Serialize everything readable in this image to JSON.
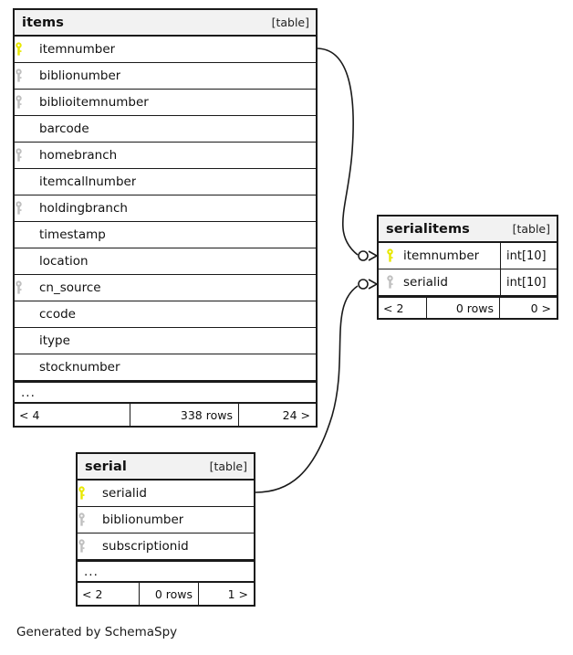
{
  "diagram": {
    "caption": "Generated by SchemaSpy",
    "type": "entity-relationship-diagram",
    "notation": "crows-foot",
    "colors": {
      "primary_key": "#e8e800",
      "foreign_key": "#bfbfbf",
      "border": "#1a1a1a",
      "header_bg": "#f2f2f2",
      "background": "#ffffff"
    }
  },
  "tables": {
    "items": {
      "name": "items",
      "tag": "[table]",
      "columns": [
        {
          "name": "itemnumber",
          "key": "primary"
        },
        {
          "name": "biblionumber",
          "key": "foreign"
        },
        {
          "name": "biblioitemnumber",
          "key": "foreign"
        },
        {
          "name": "barcode",
          "key": "none"
        },
        {
          "name": "homebranch",
          "key": "foreign"
        },
        {
          "name": "itemcallnumber",
          "key": "none"
        },
        {
          "name": "holdingbranch",
          "key": "foreign"
        },
        {
          "name": "timestamp",
          "key": "none"
        },
        {
          "name": "location",
          "key": "none"
        },
        {
          "name": "cn_source",
          "key": "foreign"
        },
        {
          "name": "ccode",
          "key": "none"
        },
        {
          "name": "itype",
          "key": "none"
        },
        {
          "name": "stocknumber",
          "key": "none"
        }
      ],
      "more_indicator": "...",
      "footer": {
        "prev": "< 4",
        "rows": "338 rows",
        "next": "24 >"
      }
    },
    "serialitems": {
      "name": "serialitems",
      "tag": "[table]",
      "columns": [
        {
          "name": "itemnumber",
          "key": "primary",
          "type": "int[10]"
        },
        {
          "name": "serialid",
          "key": "foreign",
          "type": "int[10]"
        }
      ],
      "footer": {
        "prev": "< 2",
        "rows": "0 rows",
        "next": "0 >"
      }
    },
    "serial": {
      "name": "serial",
      "tag": "[table]",
      "columns": [
        {
          "name": "serialid",
          "key": "primary"
        },
        {
          "name": "biblionumber",
          "key": "foreign"
        },
        {
          "name": "subscriptionid",
          "key": "foreign"
        }
      ],
      "more_indicator": "...",
      "footer": {
        "prev": "< 2",
        "rows": "0 rows",
        "next": "1 >"
      }
    }
  },
  "relationships": [
    {
      "name": "items-to-serialitems",
      "from_table": "items",
      "from_column": "itemnumber",
      "to_table": "serialitems",
      "to_column": "itemnumber"
    },
    {
      "name": "serial-to-serialitems",
      "from_table": "serial",
      "from_column": "serialid",
      "to_table": "serialitems",
      "to_column": "serialid"
    }
  ]
}
